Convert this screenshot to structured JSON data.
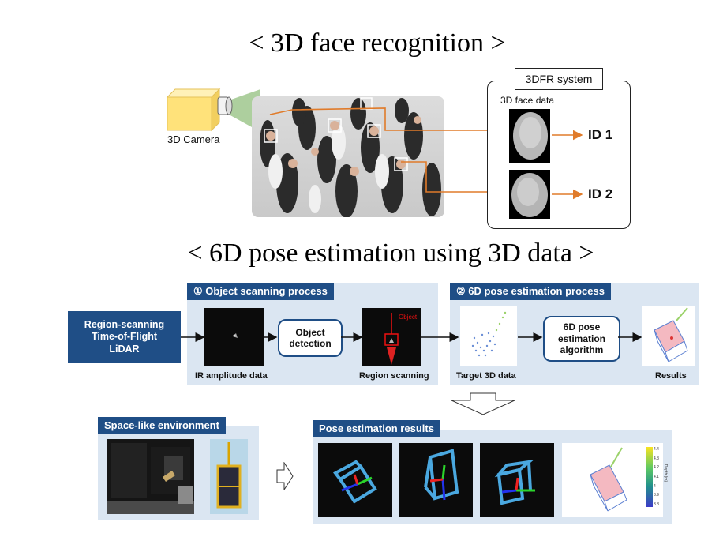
{
  "titles": {
    "face": "< 3D face recognition >",
    "pose": "< 6D pose estimation using 3D data >"
  },
  "camera": {
    "label": "3D Camera"
  },
  "system": {
    "title": "3DFR system",
    "subtitle": "3D face data",
    "ids": [
      "ID 1",
      "ID 2"
    ]
  },
  "lidar": {
    "lines": [
      "Region-scanning",
      "Time-of-Flight",
      "LiDAR"
    ]
  },
  "scan": {
    "header": "① Object scanning process",
    "ir_label": "IR amplitude data",
    "box_label": "Object detection",
    "region_label": "Region scanning",
    "object_tag": "Object"
  },
  "pose": {
    "header": "② 6D pose estimation process",
    "target_label": "Target 3D data",
    "box_label": "6D pose estimation algorithm",
    "results_label": "Results"
  },
  "env": {
    "header": "Space-like environment"
  },
  "results": {
    "header": "Pose estimation results",
    "colorbar_title": "Depth (m)",
    "colorbar_ticks": [
      "4.4",
      "4.3",
      "4.2",
      "4.1",
      "4",
      "3.9",
      "3.8"
    ]
  },
  "colors": {
    "panel_bg": "#dbe6f2",
    "header_blue": "#1f4e86",
    "arrow_orange": "#e07b2a",
    "camera_yellow": "#ffe27a",
    "cube_blue": "#4aa8e0"
  }
}
